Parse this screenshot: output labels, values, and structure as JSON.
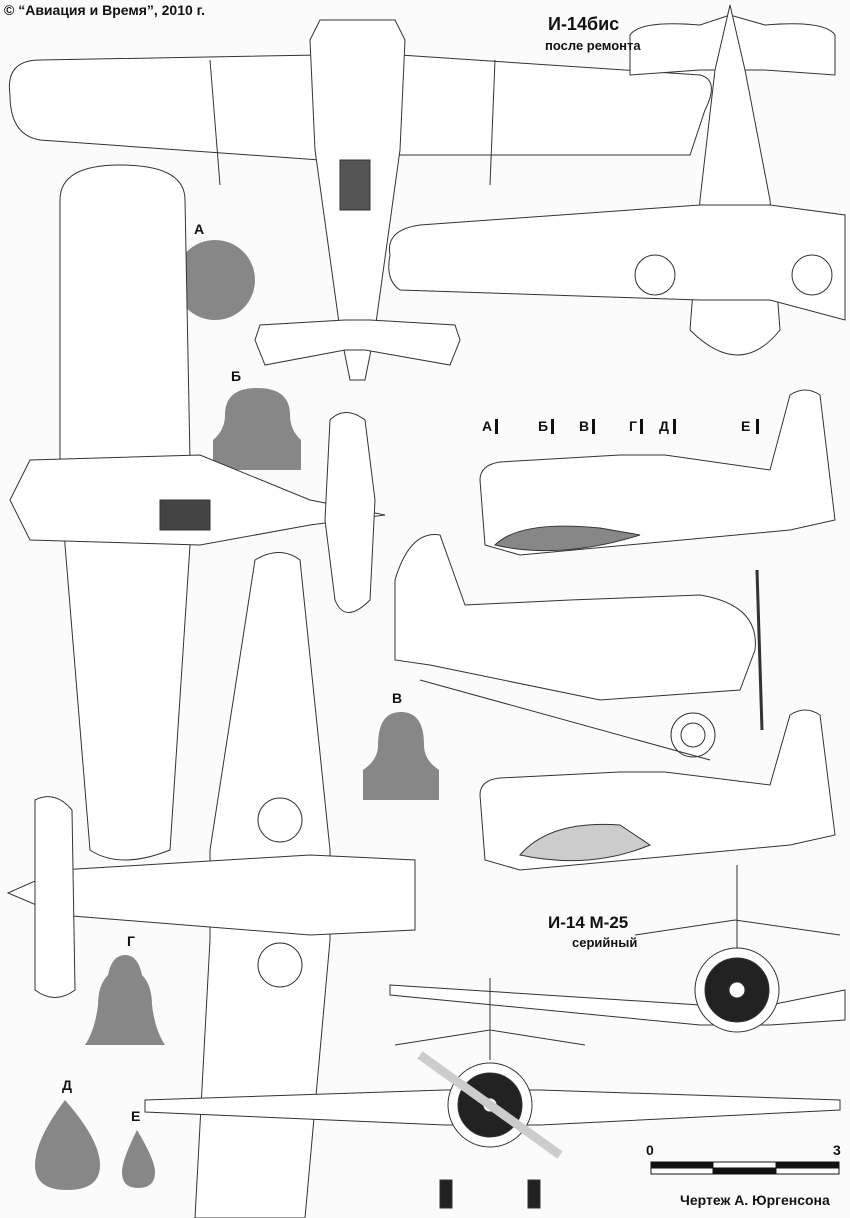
{
  "copyright": "© “Авиация и Время”, 2010 г.",
  "variant_top": {
    "title": "И-14бис",
    "subtitle": "после ремонта"
  },
  "variant_bottom": {
    "title": "И-14 М-25",
    "subtitle": "серийный"
  },
  "section_labels": {
    "a": "А",
    "b": "Б",
    "v": "В",
    "g": "Г",
    "d": "Д",
    "e": "Е"
  },
  "station_marks": [
    "А",
    "Б",
    "В",
    "Г",
    "Д",
    "Е"
  ],
  "scale": {
    "start": "0",
    "end": "3"
  },
  "credit": "Чертеж А. Юргенсона",
  "colors": {
    "section_fill": "#878787",
    "line": "#333333"
  }
}
